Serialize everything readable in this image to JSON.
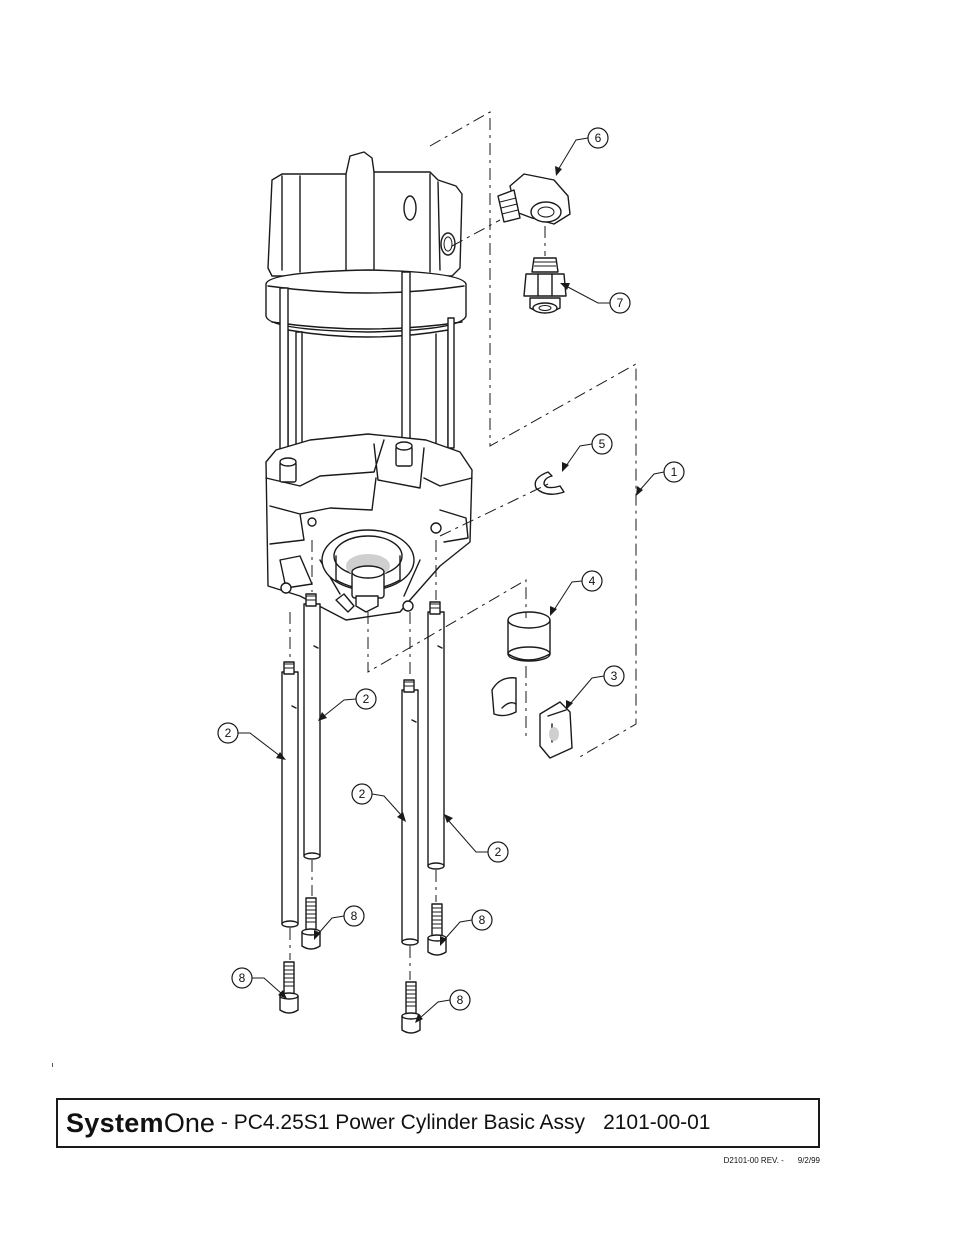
{
  "title_block": {
    "brand_bold": "System",
    "brand_regular": "One",
    "title": "- PC4.25S1 Power Cylinder Basic Assy",
    "drawing_number": "2101-00-01"
  },
  "revision": {
    "doc_ref": "D2101-00 REV. -",
    "date": "9/2/99"
  },
  "callouts": [
    "6",
    "7",
    "5",
    "1",
    "4",
    "3",
    "2",
    "2",
    "2",
    "2",
    "8",
    "8",
    "8",
    "8"
  ]
}
